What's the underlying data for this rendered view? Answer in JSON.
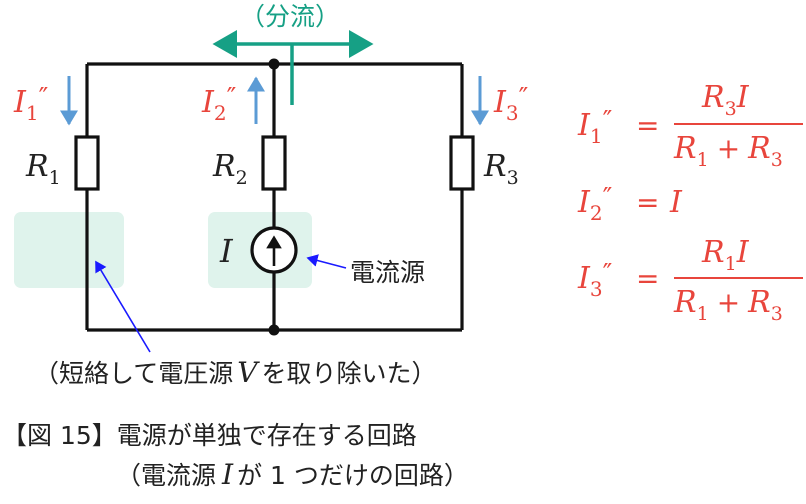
{
  "diagram": {
    "split_label": "（分流）",
    "currents": {
      "i1": {
        "sym": "I",
        "sub": "1",
        "mark": "″"
      },
      "i2": {
        "sym": "I",
        "sub": "2",
        "mark": "″"
      },
      "i3": {
        "sym": "I",
        "sub": "3",
        "mark": "″"
      }
    },
    "resistors": {
      "r1": {
        "sym": "R",
        "sub": "1"
      },
      "r2": {
        "sym": "R",
        "sub": "2"
      },
      "r3": {
        "sym": "R",
        "sub": "3"
      }
    },
    "source_symbol": "I",
    "source_label": "電流源",
    "short_note": {
      "before": "（短絡して電圧源",
      "sym": "V",
      "after": "を取り除いた）"
    }
  },
  "equations": {
    "eq_sign": "=",
    "plus": "+",
    "I": "I",
    "R": "R",
    "sub1": "1",
    "sub2": "2",
    "sub3": "3",
    "prime": "″"
  },
  "caption": {
    "line1": "【図 15】電源が単独で存在する回路",
    "line2_before": "（電流源",
    "line2_sym": "I",
    "line2_after": "が 1 つだけの回路）"
  },
  "colors": {
    "accent_red": "#e8453c",
    "teal": "#16a085",
    "blue_arrow": "#5b9bd5",
    "pointer": "#1a1aff"
  }
}
